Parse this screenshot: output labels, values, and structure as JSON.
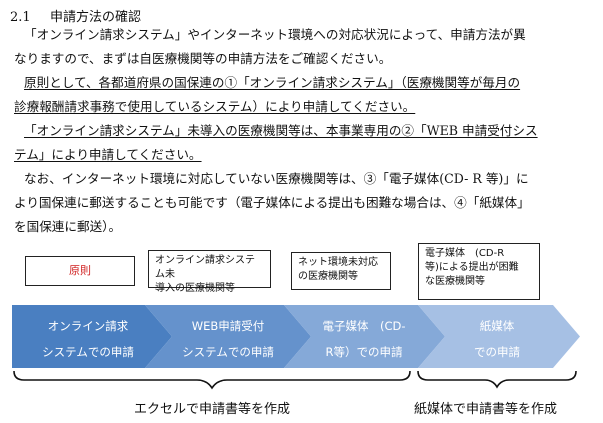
{
  "section": {
    "number": "2.1",
    "title": "申請方法の確認"
  },
  "paragraphs": {
    "p1": [
      "「オンライン請求システム」やインターネット環境への対応状況によって、申請方法が異",
      "なりますので、まずは自医療機関等の申請方法をご確認ください。"
    ],
    "p2": [
      "原則として、各都道府県の国保連の①「オンライン請求システム」（医療機関等が毎月の",
      "診療報酬請求事務で使用しているシステム）により申請してください。"
    ],
    "p3": [
      "「オンライン請求システム」未導入の医療機関等は、本事業専用の②「WEB 申請受付シス",
      "テム」により申請してください。"
    ],
    "p4": [
      "なお、インターネット環境に対応していない医療機関等は、③「電子媒体(CD- R 等)」に",
      "より国保連に郵送することも可能です（電子媒体による提出も困難な場合は、④「紙媒体」",
      "を国保連に郵送）。"
    ]
  },
  "labels": {
    "principle": "原則",
    "online_not_installed": [
      "オンライン請求システム未",
      "導入の医療機関等"
    ],
    "no_network": [
      "ネット環境未対応",
      "の医療機関等"
    ],
    "digital_difficult": [
      "電子媒体　(CD-R",
      "等)による提出が困難",
      "な医療機関等"
    ]
  },
  "steps": [
    {
      "line1": "オンライン請求",
      "line2": "システムでの申請",
      "color": "#4a7fc1"
    },
    {
      "line1": "WEB申請受付",
      "line2": "システムでの申請",
      "color": "#6592cc"
    },
    {
      "line1": "電子媒体　(CD-",
      "line2": "R等）での申請",
      "color": "#85a9d8"
    },
    {
      "line1": "紙媒体",
      "line2": "での申請",
      "color": "#a6c0e4"
    }
  ],
  "captions": {
    "excel": "エクセルで申請書等を作成",
    "paper": "紙媒体で申請書等を作成"
  },
  "colors": {
    "principle_text": "#d02020"
  }
}
